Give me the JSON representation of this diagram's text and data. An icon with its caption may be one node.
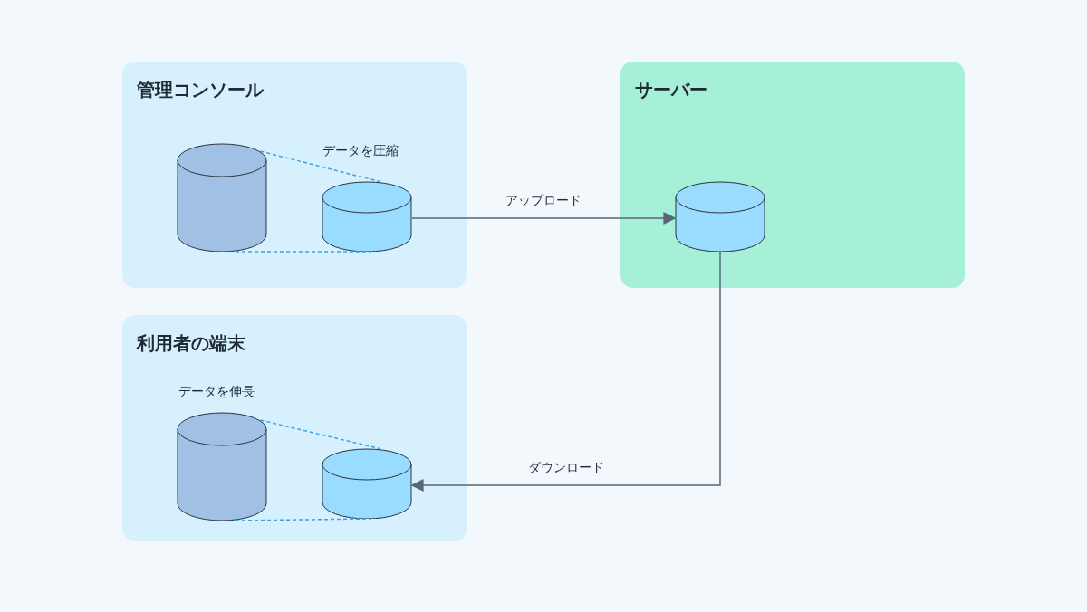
{
  "diagram": {
    "nodes": [
      {
        "text": [
          "管理コンソール"
        ]
      },
      {
        "text": [],
        "shape": "cylinder",
        "in": 0
      },
      {
        "text": [],
        "shape": "cylinder",
        "in": 0
      },
      {
        "text": [
          "サーバー"
        ]
      },
      {
        "text": [],
        "shape": "cylinder",
        "in": 3
      },
      {
        "text": [
          "利用者の端末"
        ]
      },
      {
        "text": [],
        "shape": "cylinder",
        "in": 5
      },
      {
        "text": [],
        "shape": "cylinder",
        "in": 5
      }
    ],
    "edges": [
      {
        "from": 1,
        "to": 2,
        "arrow": "none",
        "style": "dashed",
        "color": "#3ea2e6"
      },
      {
        "from": 1,
        "to": 2,
        "arrow": "none",
        "style": "dashed",
        "color": "#3ea2e6"
      },
      {
        "from": 2,
        "to": 4,
        "arrow": "to",
        "label": "アップロード",
        "color": "#5a6578"
      },
      {
        "from": 4,
        "to": 7,
        "arrow": "to",
        "label": "ダウンロード",
        "color": "#5a6578"
      },
      {
        "from": 6,
        "to": 7,
        "arrow": "none",
        "style": "dashed",
        "color": "#3ea2e6"
      },
      {
        "from": 6,
        "to": 7,
        "arrow": "none",
        "style": "dashed",
        "color": "#3ea2e6"
      }
    ],
    "labels": [
      "データを圧縮",
      "データを伸長"
    ]
  }
}
